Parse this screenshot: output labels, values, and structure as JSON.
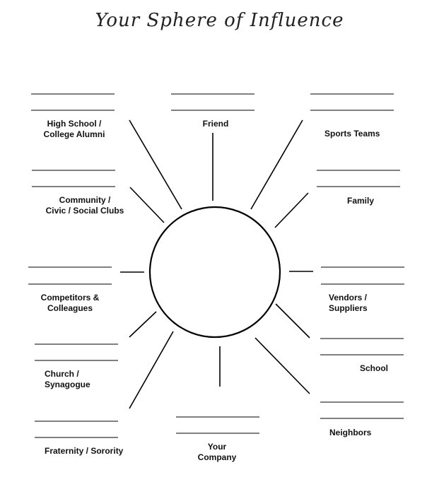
{
  "title": "Your Sphere of Influence",
  "categories": {
    "high_school": "High School /\nCollege Alumni",
    "friend": "Friend",
    "sports_teams": "Sports Teams",
    "community": "Community /\nCivic / Social Clubs",
    "family": "Family",
    "competitors": "Competitors &\nColleagues",
    "vendors": "Vendors /\nSuppliers",
    "church": "Church /\nSynagogue",
    "school": "School",
    "neighbors": "Neighbors",
    "fraternity": "Fraternity / Sorority",
    "your_company": "Your\nCompany"
  }
}
